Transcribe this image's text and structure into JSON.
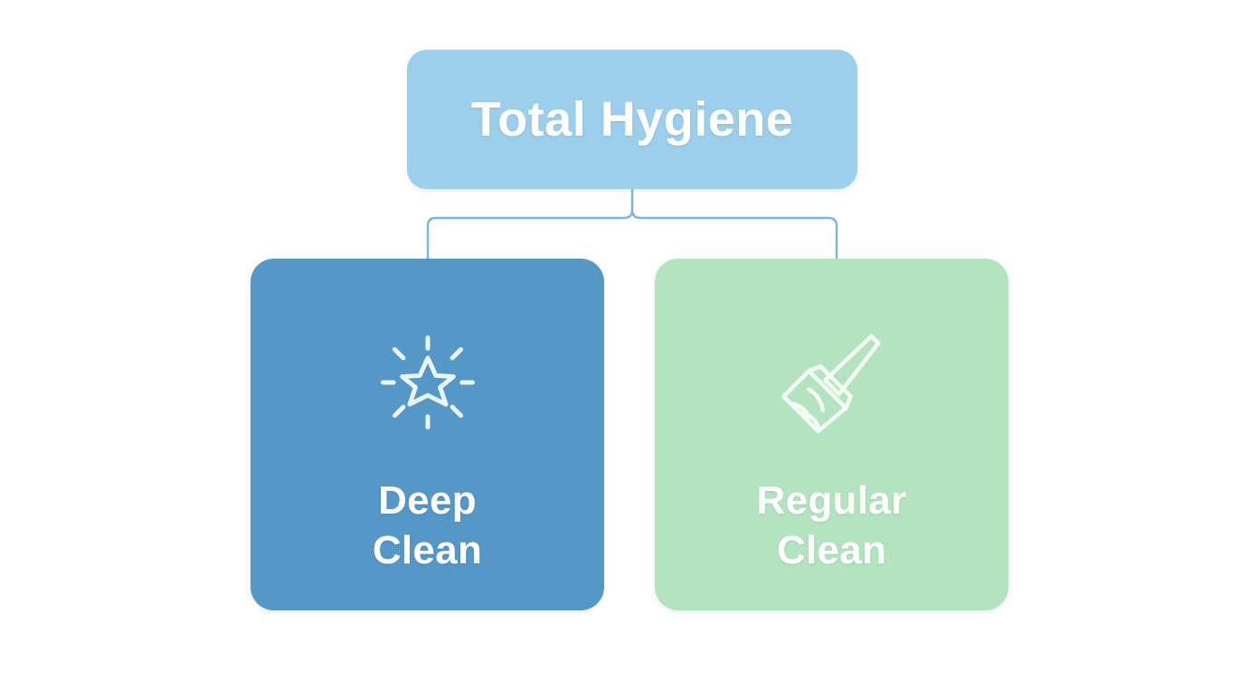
{
  "diagram": {
    "type": "hierarchy-tree",
    "background_color": "#ffffff",
    "root": {
      "label": "Total Hygiene",
      "fill_color": "#9ccfeb",
      "text_color": "#ffffff"
    },
    "connector": {
      "color": "#7ab6d9",
      "style": "elbow-rounded"
    },
    "children": [
      {
        "label": "Deep\nClean",
        "icon": "sparkle-icon",
        "fill_color": "#5597c6",
        "text_color": "#ffffff"
      },
      {
        "label": "Regular\nClean",
        "icon": "broom-icon",
        "fill_color": "#b3e3bf",
        "text_color": "#ffffff"
      }
    ]
  }
}
